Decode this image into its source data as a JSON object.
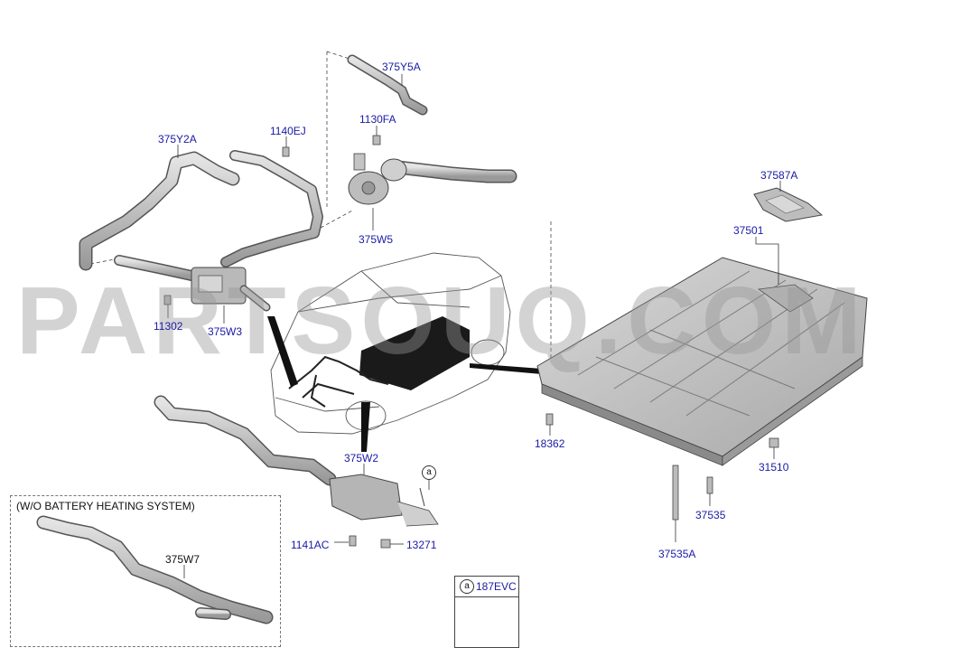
{
  "watermark": "PARTSOUQ.COM",
  "labels": {
    "p375Y5A": "375Y5A",
    "p1130FA": "1130FA",
    "p1140EJ": "1140EJ",
    "p375Y2A": "375Y2A",
    "p375W5": "375W5",
    "p11302": "11302",
    "p375W3": "375W3",
    "p37587A": "37587A",
    "p37501": "37501",
    "p18362": "18362",
    "p31510": "31510",
    "p37535": "37535",
    "p37535A": "37535A",
    "p375W2": "375W2",
    "p1141AC": "1141AC",
    "p13271": "13271",
    "p375W7": "375W7",
    "p187EVC": "187EVC"
  },
  "callout_a": "a",
  "heating_box_title": "(W/O BATTERY HEATING SYSTEM)",
  "colors": {
    "part_number": "#1a1aa6",
    "line": "#333333",
    "part_fill": "#c8c8c8",
    "battery_dark": "#1a1a1a"
  }
}
